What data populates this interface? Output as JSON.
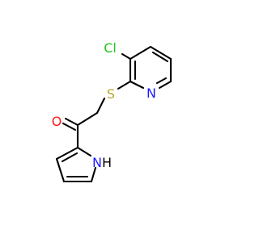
{
  "molecule": {
    "atoms": {
      "cl": "Cl",
      "s": "S",
      "n_pyridine": "N",
      "o": "O",
      "nh": "H"
    },
    "colors": {
      "bond": "#000000",
      "cl": "#1fc31f",
      "s": "#b3a82a",
      "n": "#1b1bff",
      "o": "#ff1b1b"
    }
  }
}
